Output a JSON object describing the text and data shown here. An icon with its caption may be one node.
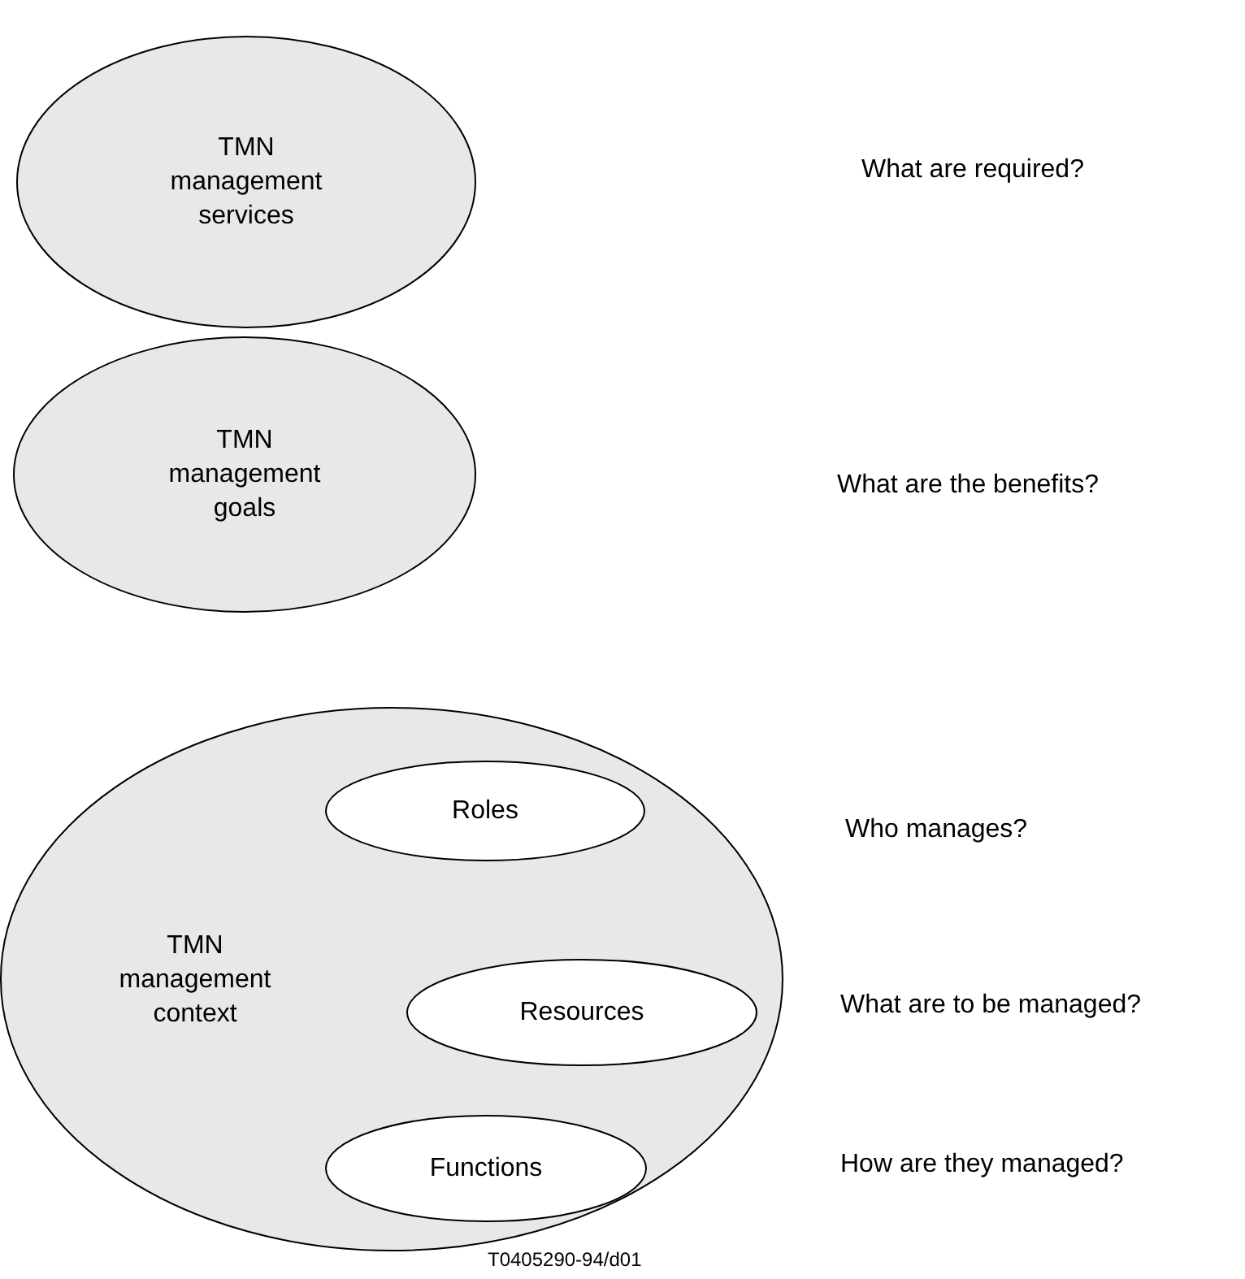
{
  "diagram": {
    "nodes": [
      {
        "text": [
          "TMN management services"
        ]
      },
      {
        "text": [
          "TMN management goals"
        ]
      },
      {
        "text": [
          "TMN management context"
        ]
      },
      {
        "text": [
          "Roles"
        ],
        "in": 2
      },
      {
        "text": [
          "Resources"
        ],
        "in": 2
      },
      {
        "text": [
          "Functions"
        ],
        "in": 2
      }
    ],
    "labels": [
      "What are required?",
      "What are the benefits?",
      "Who manages?",
      "What are to be managed?",
      "How are they managed?",
      "T0405290-94/d01"
    ]
  }
}
